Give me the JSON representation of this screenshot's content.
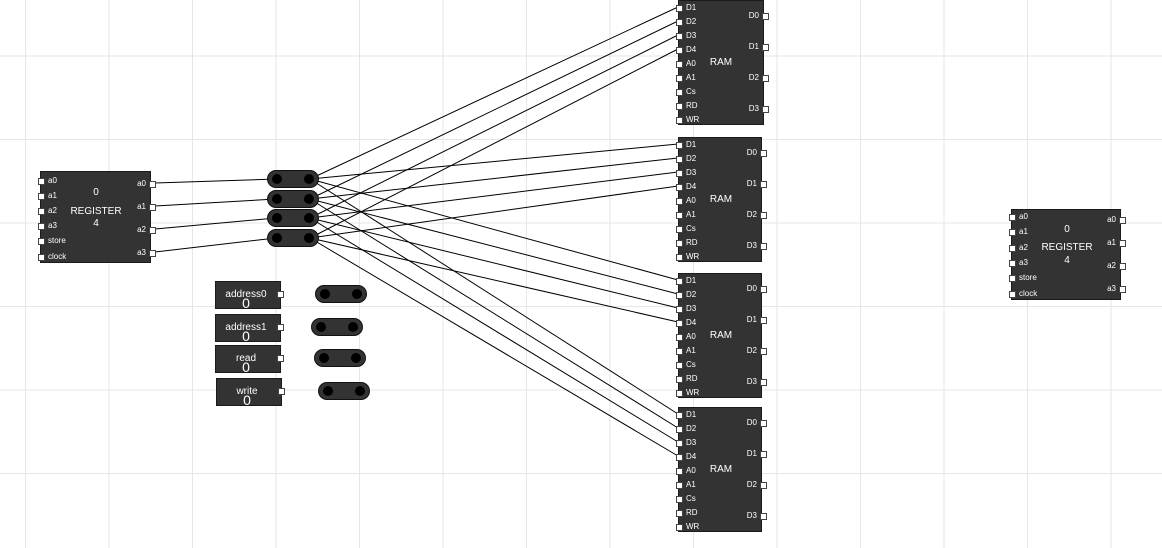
{
  "register_left": {
    "title": "REGISTER",
    "value": "0",
    "size": "4",
    "input_pins": [
      "a0",
      "a1",
      "a2",
      "a3",
      "store",
      "clock"
    ],
    "output_pins": [
      "a0",
      "a1",
      "a2",
      "a3"
    ]
  },
  "register_right": {
    "title": "REGISTER",
    "value": "0",
    "size": "4",
    "input_pins": [
      "a0",
      "a1",
      "a2",
      "a3",
      "store",
      "clock"
    ],
    "output_pins": [
      "a0",
      "a1",
      "a2",
      "a3"
    ]
  },
  "ram_chips": [
    {
      "title": "RAM",
      "input_pins": [
        "D1",
        "D2",
        "D3",
        "D4",
        "A0",
        "A1",
        "Cs",
        "RD",
        "WR"
      ],
      "output_pins": [
        "D0",
        "D1",
        "D2",
        "D3"
      ]
    },
    {
      "title": "RAM",
      "input_pins": [
        "D1",
        "D2",
        "D3",
        "D4",
        "A0",
        "A1",
        "Cs",
        "RD",
        "WR"
      ],
      "output_pins": [
        "D0",
        "D1",
        "D2",
        "D3"
      ]
    },
    {
      "title": "RAM",
      "input_pins": [
        "D1",
        "D2",
        "D3",
        "D4",
        "A0",
        "A1",
        "Cs",
        "RD",
        "WR"
      ],
      "output_pins": [
        "D0",
        "D1",
        "D2",
        "D3"
      ]
    },
    {
      "title": "RAM",
      "input_pins": [
        "D1",
        "D2",
        "D3",
        "D4",
        "A0",
        "A1",
        "Cs",
        "RD",
        "WR"
      ],
      "output_pins": [
        "D0",
        "D1",
        "D2",
        "D3"
      ]
    }
  ],
  "inputs": [
    {
      "label": "address0",
      "value": "0"
    },
    {
      "label": "address1",
      "value": "0"
    },
    {
      "label": "read",
      "value": "0"
    },
    {
      "label": "write",
      "value": "0"
    }
  ],
  "colors": {
    "chip_fill": "#333333",
    "pin_fill": "#ffffff",
    "wire": "#000000",
    "grid": "#e6e6e6",
    "background": "#ffffff"
  }
}
